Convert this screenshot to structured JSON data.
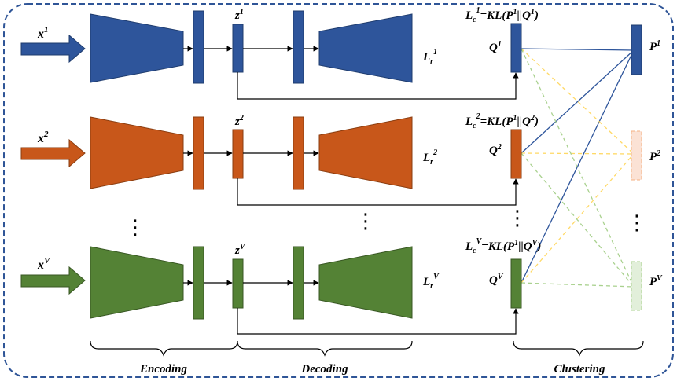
{
  "colors": {
    "view1": "#2e559b",
    "view2": "#c8571a",
    "viewV": "#548235",
    "view1_stroke": "#1f3c6e",
    "view2_stroke": "#8a3d10",
    "viewV_stroke": "#385723",
    "border": "#2f5597",
    "p2_fill": "#fbe2d5",
    "p2_stroke": "#f4b183",
    "pv_fill": "#e2efda",
    "pv_stroke": "#a9d18e",
    "dash_yellow": "#ffd966",
    "dash_green": "#a9d18e",
    "solid_blue": "#2e559b"
  },
  "rows": [
    {
      "input": {
        "base": "x",
        "sup": "1"
      },
      "latent": {
        "base": "z",
        "sup": "1"
      },
      "recon": {
        "base": "L",
        "sub": "r",
        "sup": "1"
      },
      "q": {
        "base": "Q",
        "sup": "1"
      },
      "kl": {
        "lhs_sub": "c",
        "lhs_sup": "1",
        "p_sup": "1",
        "q_sup": "1"
      }
    },
    {
      "input": {
        "base": "x",
        "sup": "2"
      },
      "latent": {
        "base": "z",
        "sup": "2"
      },
      "recon": {
        "base": "L",
        "sub": "r",
        "sup": "2"
      },
      "q": {
        "base": "Q",
        "sup": "2"
      },
      "kl": {
        "lhs_sub": "c",
        "lhs_sup": "2",
        "p_sup": "1",
        "q_sup": "2"
      }
    },
    {
      "input": {
        "base": "x",
        "sup": "V"
      },
      "latent": {
        "base": "z",
        "sup": "V"
      },
      "recon": {
        "base": "L",
        "sub": "r",
        "sup": "V"
      },
      "q": {
        "base": "Q",
        "sup": "V"
      },
      "kl": {
        "lhs_sub": "c",
        "lhs_sup": "V",
        "p_sup": "1",
        "q_sup": "V"
      }
    }
  ],
  "targets": [
    {
      "base": "P",
      "sup": "1"
    },
    {
      "base": "P",
      "sup": "2"
    },
    {
      "base": "P",
      "sup": "V"
    }
  ],
  "kl_text": {
    "eq": "=KL(",
    "sep": "||",
    "close": ")"
  },
  "ellipsis": "⋮",
  "sections": {
    "encoding": "Encoding",
    "decoding": "Decoding",
    "clustering": "Clustering"
  }
}
